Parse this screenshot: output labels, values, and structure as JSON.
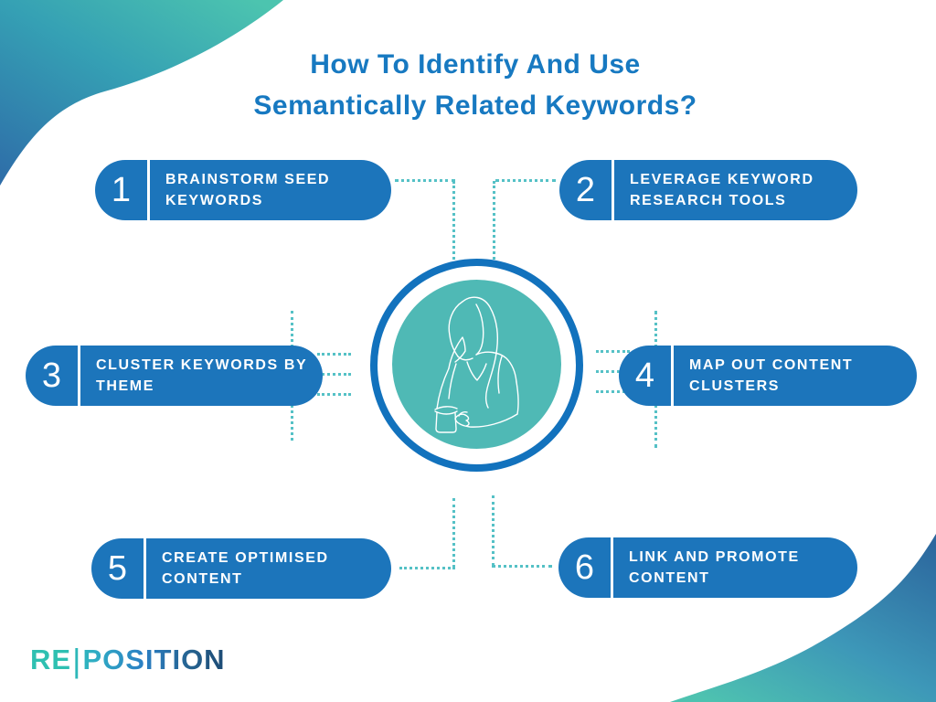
{
  "title": {
    "line1": "How To Identify And Use",
    "line2": "Semantically Related Keywords?"
  },
  "steps": [
    {
      "number": "1",
      "label": "BRAINSTORM SEED KEYWORDS"
    },
    {
      "number": "2",
      "label": "LEVERAGE KEYWORD RESEARCH TOOLS"
    },
    {
      "number": "3",
      "label": "CLUSTER KEYWORDS BY THEME"
    },
    {
      "number": "4",
      "label": "MAP OUT CONTENT CLUSTERS"
    },
    {
      "number": "5",
      "label": "CREATE OPTIMISED CONTENT"
    },
    {
      "number": "6",
      "label": "LINK AND PROMOTE CONTENT"
    }
  ],
  "logo": {
    "part1": "RE",
    "divider": "|",
    "part2": "POSITION"
  },
  "center": {
    "illustration": "thinking-woman-line-art"
  },
  "colors": {
    "title_blue": "#1779c1",
    "pill_blue": "#1c75bb",
    "ring_blue": "#1272bd",
    "inner_circle_teal": "#4fb9b5",
    "connector_teal": "#55c1c6",
    "wave_blue": "#2e6ca8",
    "wave_teal": "#4cc4af",
    "logo_teal": "#2ec0b1",
    "logo_navy": "#1d4a74"
  }
}
